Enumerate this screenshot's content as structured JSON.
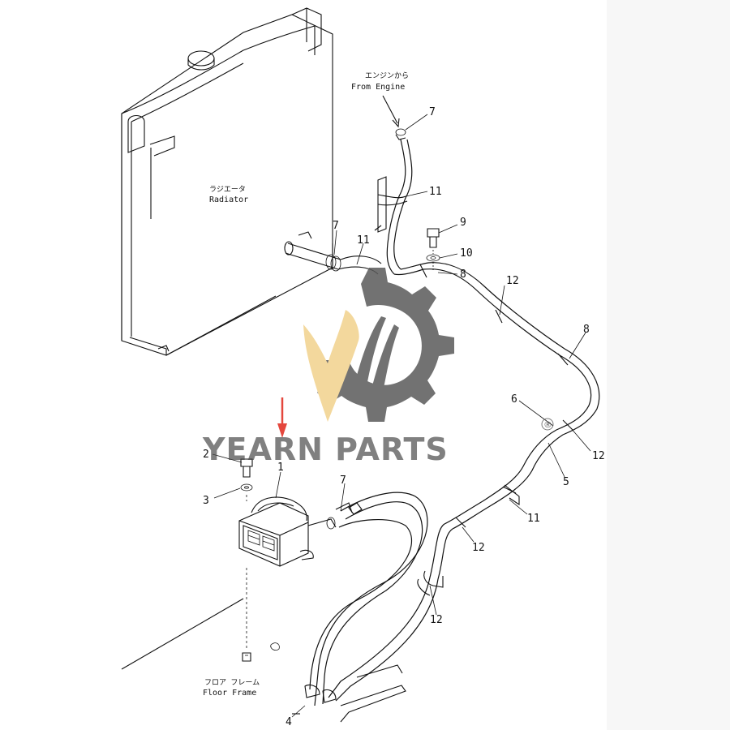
{
  "labels": {
    "from_engine_jp": "エンジンから",
    "from_engine_en": "From Engine",
    "radiator_jp": "ラジエータ",
    "radiator_en": "Radiator",
    "floor_frame_jp": "フロア フレーム",
    "floor_frame_en": "Floor Frame"
  },
  "callouts": {
    "c1": "1",
    "c2": "2",
    "c3": "3",
    "c4": "4",
    "c5": "5",
    "c6": "6",
    "c7a": "7",
    "c7b": "7",
    "c7c": "7",
    "c8a": "8",
    "c8b": "8",
    "c9": "9",
    "c10": "10",
    "c11a": "11",
    "c11b": "11",
    "c11c": "11",
    "c12a": "12",
    "c12b": "12",
    "c12c": "12",
    "c12d": "12"
  },
  "watermark": {
    "brand": "YEARN PARTS",
    "registered": "®",
    "colors": {
      "gear": "#5a5a5a",
      "leaf": "#f2d28c",
      "arrow": "#e0281c"
    }
  }
}
